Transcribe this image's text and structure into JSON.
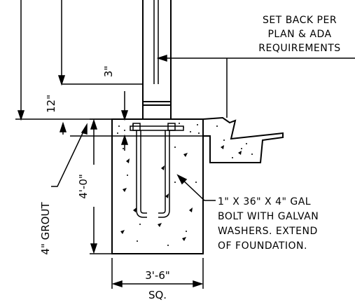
{
  "note_setback": [
    "SET BACK PER",
    "PLAN & ADA",
    "REQUIREMENTS"
  ],
  "note_bolt": [
    "1\" X 36\" X 4\" GAL",
    "BOLT WITH GALVAN",
    "WASHERS. EXTEND",
    "OF FOUNDATION."
  ],
  "dim_grout_thickness": "3\"",
  "dim_pole_offset": "12\"",
  "dim_foundation_depth": "4'-0\"",
  "dim_foundation_width": "3'-6\"",
  "dim_sq": "SQ.",
  "label_grout": "4\" GROUT"
}
